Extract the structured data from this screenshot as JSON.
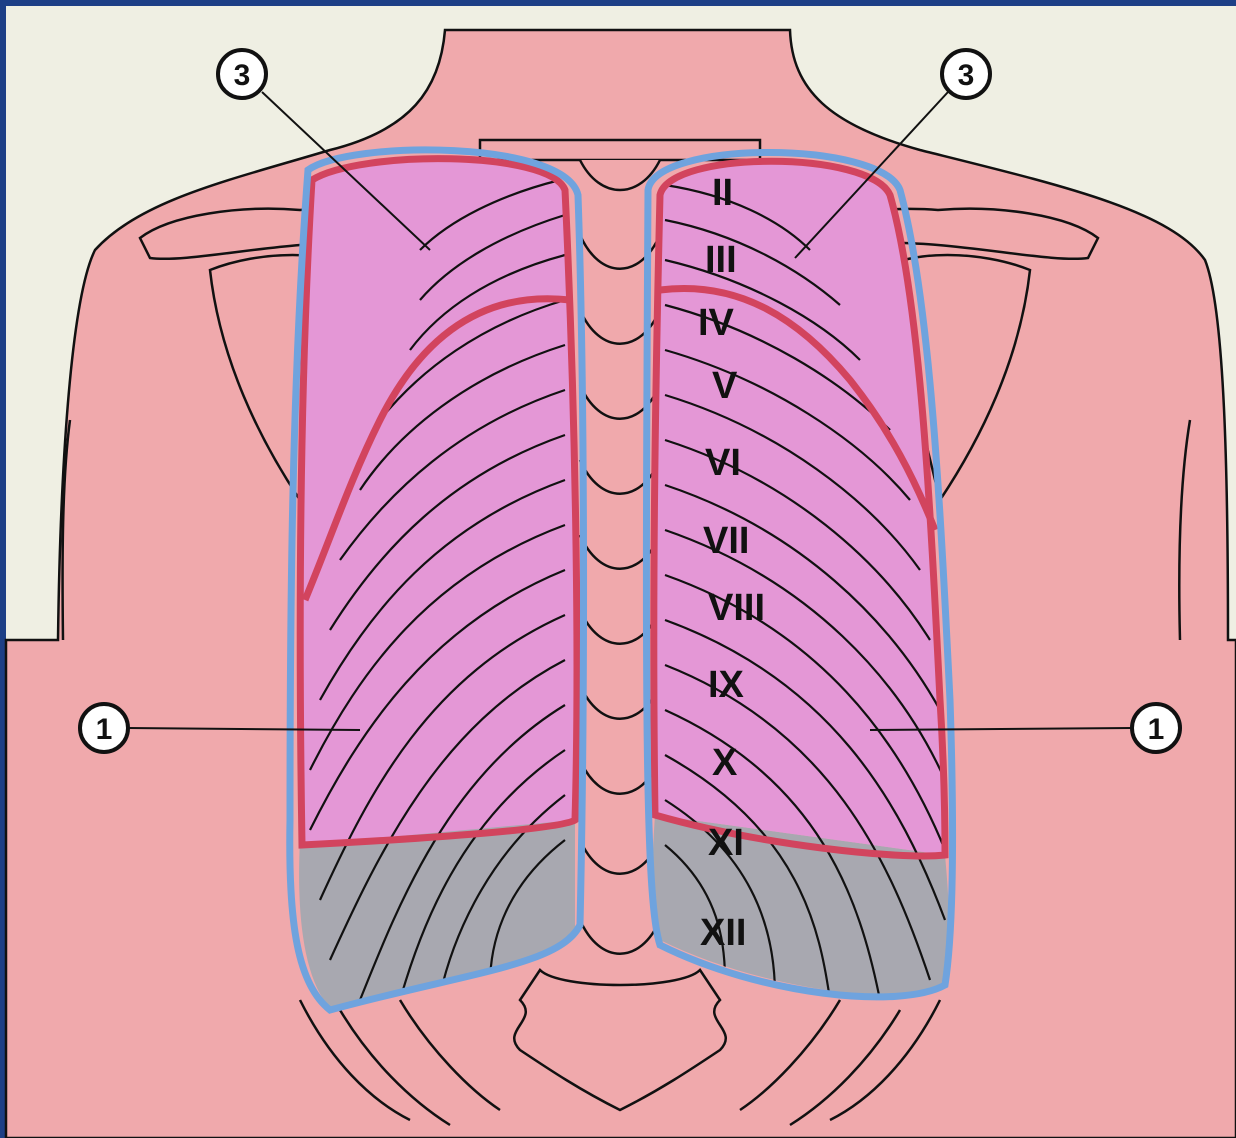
{
  "diagram": {
    "callouts": [
      {
        "id": "left-upper",
        "number": "3"
      },
      {
        "id": "right-upper",
        "number": "3"
      },
      {
        "id": "left-lower",
        "number": "1"
      },
      {
        "id": "right-lower",
        "number": "1"
      }
    ],
    "rib_labels": [
      "II",
      "III",
      "IV",
      "V",
      "VI",
      "VII",
      "VIII",
      "IX",
      "X",
      "XI",
      "XII"
    ],
    "colors": {
      "background_blue": "#1d3f86",
      "panel": "#efefe3",
      "skin": "#f0a9ac",
      "lung_pink": "#e497d6",
      "recess_gray": "#a8a8b0",
      "lung_border_red": "#d2445e",
      "pleura_border_blue": "#6fa3de"
    }
  }
}
